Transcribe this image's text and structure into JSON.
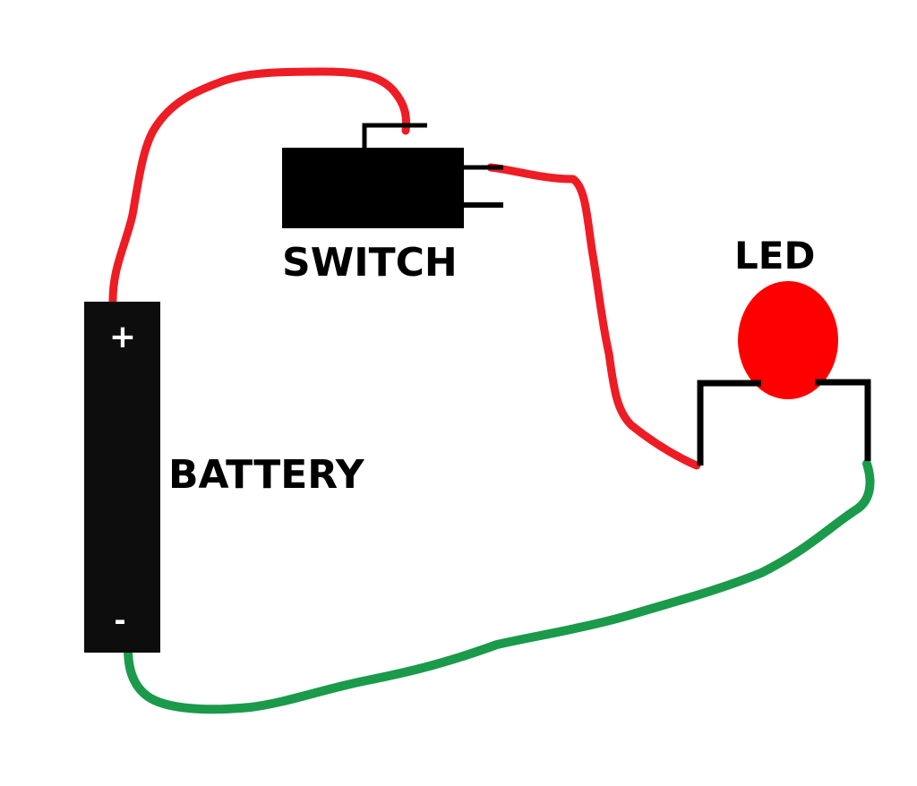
{
  "labels": {
    "switch": "SWITCH",
    "led": "LED",
    "battery": "BATTERY",
    "battery_plus": "+",
    "battery_minus": "-"
  },
  "colors": {
    "positive_wire": "#ee1c24",
    "negative_wire": "#1a9a4a",
    "component": "#000000",
    "led_body": "#ff0000",
    "background": "#ffffff"
  }
}
